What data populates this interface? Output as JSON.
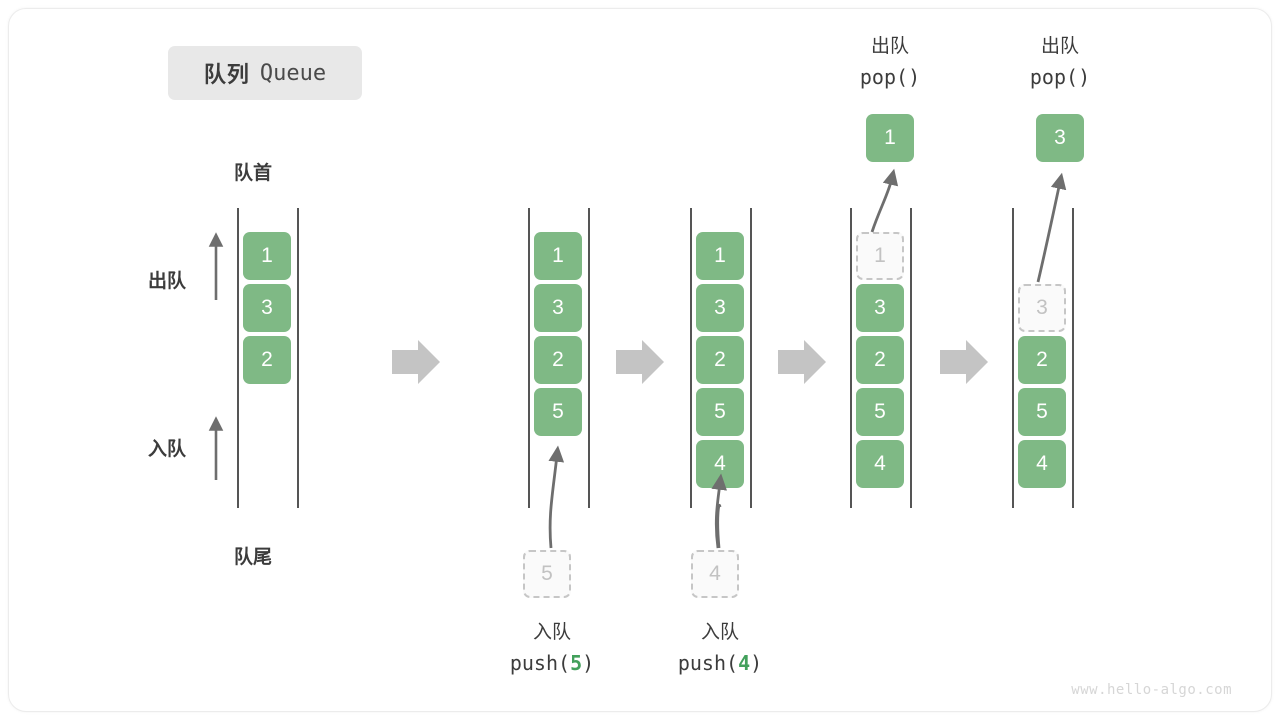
{
  "title": {
    "cn": "队列",
    "en": "Queue"
  },
  "legend": {
    "front": "队首",
    "rear": "队尾",
    "dequeue": "出队",
    "enqueue": "入队"
  },
  "watermark": "www.hello-algo.com",
  "colors": {
    "box_fill": "#7fb985",
    "box_text": "#ffffff",
    "ghost_fill": "#fafafa",
    "ghost_border": "#c6c6c6",
    "ghost_text": "#c2c2c2",
    "rail": "#555555",
    "arrow_gray": "#c4c4c4",
    "curve_arrow": "#6e6e6e",
    "accent_green": "#42a05b",
    "badge_bg": "#e8e8e8",
    "text": "#3c3c3c"
  },
  "columns": [
    {
      "id": "col-initial",
      "items": [
        "1",
        "3",
        "2"
      ],
      "ghost": null,
      "operation": null
    },
    {
      "id": "col-push-5",
      "items": [
        "1",
        "3",
        "2",
        "5"
      ],
      "ghost": {
        "value": "5",
        "position": "below"
      },
      "operation": {
        "cn": "入队",
        "code_prefix": "push(",
        "code_value": "5",
        "code_suffix": ")"
      }
    },
    {
      "id": "col-push-4",
      "items": [
        "1",
        "3",
        "2",
        "5",
        "4"
      ],
      "ghost": {
        "value": "4",
        "position": "below"
      },
      "operation": {
        "cn": "入队",
        "code_prefix": "push(",
        "code_value": "4",
        "code_suffix": ")"
      }
    },
    {
      "id": "col-pop-1",
      "items": [
        "3",
        "2",
        "5",
        "4"
      ],
      "ghost": {
        "value": "1",
        "position": "inside-slot-0"
      },
      "popped": "1",
      "operation": {
        "cn": "出队",
        "code_prefix": "pop(",
        "code_value": "",
        "code_suffix": ")"
      }
    },
    {
      "id": "col-pop-3",
      "items": [
        "2",
        "5",
        "4"
      ],
      "ghost": {
        "value": "3",
        "position": "inside-slot-1"
      },
      "popped": "3",
      "operation": {
        "cn": "出队",
        "code_prefix": "pop(",
        "code_value": "",
        "code_suffix": ")"
      }
    }
  ],
  "transitions": [
    "arrow-1",
    "arrow-2",
    "arrow-3",
    "arrow-4"
  ]
}
